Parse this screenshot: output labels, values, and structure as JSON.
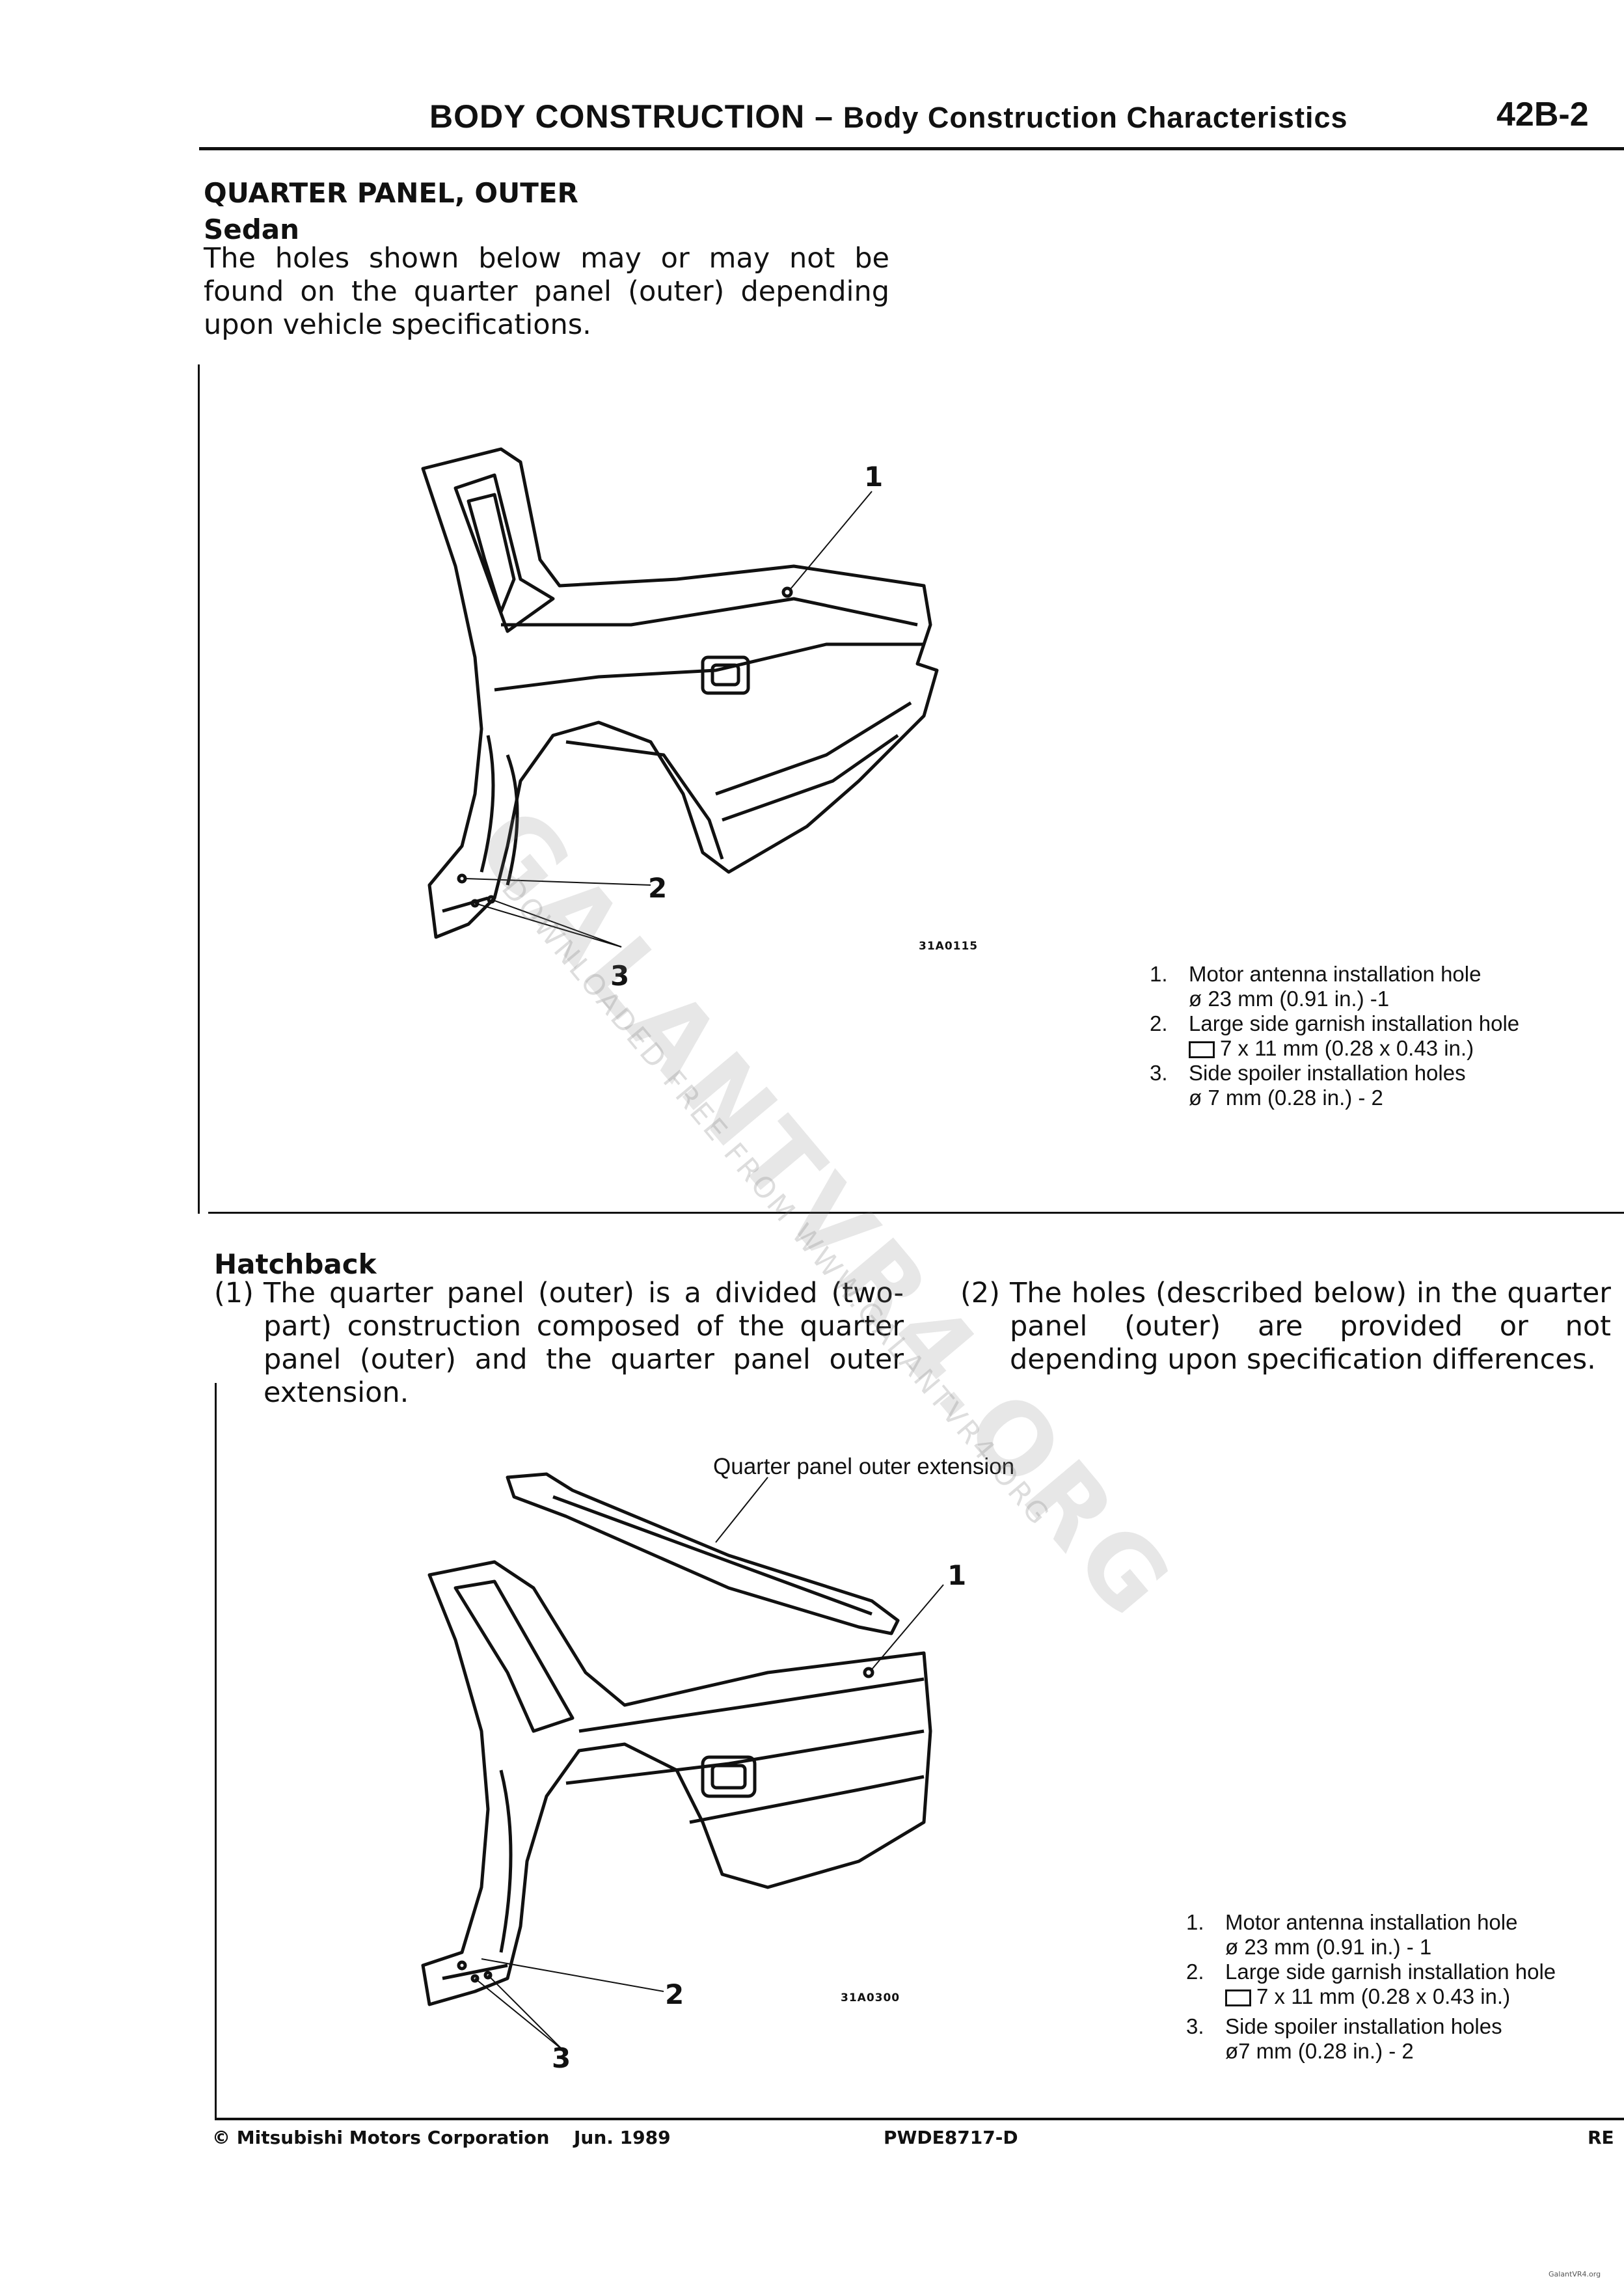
{
  "header": {
    "title": "BODY CONSTRUCTION",
    "separator": "–",
    "subtitle": "Body Construction Characteristics",
    "page_number": "42B-2"
  },
  "section": {
    "title": "QUARTER PANEL, OUTER"
  },
  "sedan": {
    "heading": "Sedan",
    "intro": "The holes shown below may or may not be found on the quarter panel (outer) depending upon vehicle specifications.",
    "figure_id": "31A0115",
    "callouts": [
      "1",
      "2",
      "3"
    ],
    "legend": [
      {
        "num": "1.",
        "line1": "Motor antenna installation hole",
        "line2": "ø 23 mm (0.91 in.) -1"
      },
      {
        "num": "2.",
        "line1": "Large side garnish installation hole",
        "line2": "7 x 11 mm (0.28 x 0.43 in.)"
      },
      {
        "num": "3.",
        "line1": "Side spoiler installation holes",
        "line2": "ø 7 mm (0.28 in.) - 2"
      }
    ]
  },
  "hatchback": {
    "heading": "Hatchback",
    "note1_num": "(1)",
    "note1": "The quarter panel (outer) is a divided (two-part) construction composed of the quarter panel (outer) and the quarter panel outer extension.",
    "note2_num": "(2)",
    "note2": "The holes (described below) in the quarter panel (outer) are provided or not depending upon specification differences.",
    "figure_id": "31A0300",
    "extension_label": "Quarter panel outer extension",
    "callouts": [
      "1",
      "2",
      "3"
    ],
    "legend": [
      {
        "num": "1.",
        "line1": "Motor antenna installation hole",
        "line2": "ø 23 mm (0.91 in.) - 1"
      },
      {
        "num": "2.",
        "line1": "Large side garnish installation hole",
        "line2": "7 x 11 mm (0.28 x 0.43 in.)"
      },
      {
        "num": "3.",
        "line1": "Side spoiler installation holes",
        "line2": "ø7 mm (0.28 in.) - 2"
      }
    ]
  },
  "footer": {
    "copyright": "© Mitsubishi Motors Corporation",
    "date": "Jun. 1989",
    "code": "PWDE8717-D",
    "revision": "RE"
  },
  "watermark": {
    "main": "GALANTVR4.ORG",
    "sub": "DOWNLOADED FREE FROM WWW.GALANTVR4.ORG",
    "corner": "GalantVR4.org"
  }
}
